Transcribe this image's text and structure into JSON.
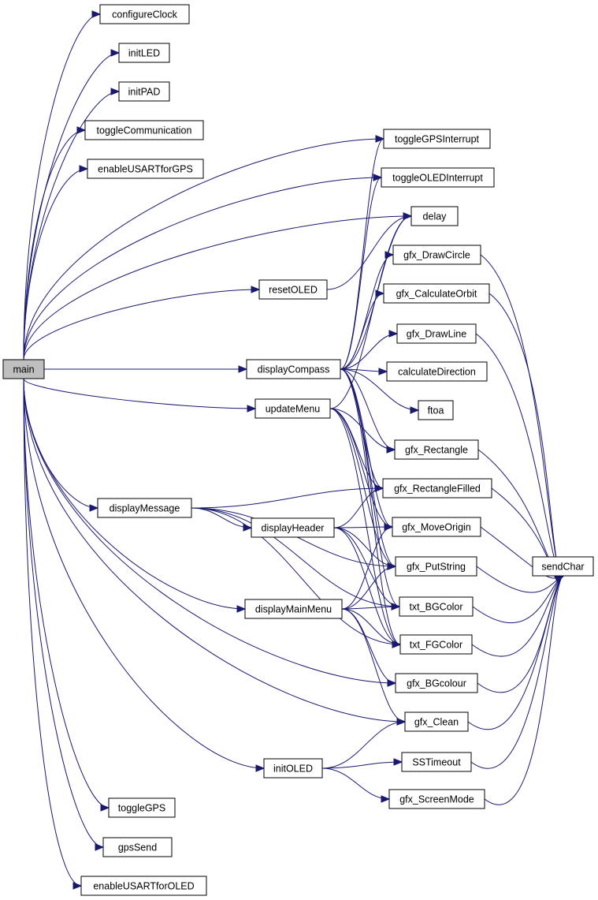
{
  "nodes": [
    {
      "id": "main",
      "label": "main",
      "highlight": true
    },
    {
      "id": "configureClock",
      "label": "configureClock"
    },
    {
      "id": "initLED",
      "label": "initLED"
    },
    {
      "id": "initPAD",
      "label": "initPAD"
    },
    {
      "id": "toggleCommunication",
      "label": "toggleCommunication"
    },
    {
      "id": "enableUSARTforGPS",
      "label": "enableUSARTforGPS"
    },
    {
      "id": "toggleGPSInterrupt",
      "label": "toggleGPSInterrupt"
    },
    {
      "id": "toggleOLEDInterrupt",
      "label": "toggleOLEDInterrupt"
    },
    {
      "id": "delay",
      "label": "delay"
    },
    {
      "id": "gfx_DrawCircle",
      "label": "gfx_DrawCircle"
    },
    {
      "id": "resetOLED",
      "label": "resetOLED"
    },
    {
      "id": "gfx_CalculateOrbit",
      "label": "gfx_CalculateOrbit"
    },
    {
      "id": "gfx_DrawLine",
      "label": "gfx_DrawLine"
    },
    {
      "id": "displayCompass",
      "label": "displayCompass"
    },
    {
      "id": "calculateDirection",
      "label": "calculateDirection"
    },
    {
      "id": "updateMenu",
      "label": "updateMenu"
    },
    {
      "id": "ftoa",
      "label": "ftoa"
    },
    {
      "id": "gfx_Rectangle",
      "label": "gfx_Rectangle"
    },
    {
      "id": "gfx_RectangleFilled",
      "label": "gfx_RectangleFilled"
    },
    {
      "id": "displayMessage",
      "label": "displayMessage"
    },
    {
      "id": "displayHeader",
      "label": "displayHeader"
    },
    {
      "id": "gfx_MoveOrigin",
      "label": "gfx_MoveOrigin"
    },
    {
      "id": "gfx_PutString",
      "label": "gfx_PutString"
    },
    {
      "id": "sendChar",
      "label": "sendChar"
    },
    {
      "id": "displayMainMenu",
      "label": "displayMainMenu"
    },
    {
      "id": "txt_BGColor",
      "label": "txt_BGColor"
    },
    {
      "id": "txt_FGColor",
      "label": "txt_FGColor"
    },
    {
      "id": "gfx_BGcolour",
      "label": "gfx_BGcolour"
    },
    {
      "id": "gfx_Clean",
      "label": "gfx_Clean"
    },
    {
      "id": "initOLED",
      "label": "initOLED"
    },
    {
      "id": "SSTimeout",
      "label": "SSTimeout"
    },
    {
      "id": "toggleGPS",
      "label": "toggleGPS"
    },
    {
      "id": "gfx_ScreenMode",
      "label": "gfx_ScreenMode"
    },
    {
      "id": "gpsSend",
      "label": "gpsSend"
    },
    {
      "id": "enableUSARTforOLED",
      "label": "enableUSARTforOLED"
    }
  ],
  "edges": [
    [
      "main",
      "configureClock"
    ],
    [
      "main",
      "initLED"
    ],
    [
      "main",
      "initPAD"
    ],
    [
      "main",
      "toggleCommunication"
    ],
    [
      "main",
      "enableUSARTforGPS"
    ],
    [
      "main",
      "toggleGPSInterrupt"
    ],
    [
      "main",
      "toggleOLEDInterrupt"
    ],
    [
      "main",
      "resetOLED"
    ],
    [
      "main",
      "delay"
    ],
    [
      "main",
      "displayCompass"
    ],
    [
      "main",
      "updateMenu"
    ],
    [
      "main",
      "displayMessage"
    ],
    [
      "main",
      "displayMainMenu"
    ],
    [
      "main",
      "gfx_BGcolour"
    ],
    [
      "main",
      "gfx_Clean"
    ],
    [
      "main",
      "initOLED"
    ],
    [
      "main",
      "toggleGPS"
    ],
    [
      "main",
      "gpsSend"
    ],
    [
      "main",
      "enableUSARTforOLED"
    ],
    [
      "resetOLED",
      "delay"
    ],
    [
      "displayCompass",
      "toggleGPSInterrupt"
    ],
    [
      "displayCompass",
      "toggleOLEDInterrupt"
    ],
    [
      "displayCompass",
      "delay"
    ],
    [
      "displayCompass",
      "gfx_DrawCircle"
    ],
    [
      "displayCompass",
      "gfx_CalculateOrbit"
    ],
    [
      "displayCompass",
      "gfx_DrawLine"
    ],
    [
      "displayCompass",
      "calculateDirection"
    ],
    [
      "displayCompass",
      "ftoa"
    ],
    [
      "displayCompass",
      "gfx_Rectangle"
    ],
    [
      "displayCompass",
      "gfx_RectangleFilled"
    ],
    [
      "displayCompass",
      "gfx_MoveOrigin"
    ],
    [
      "displayCompass",
      "gfx_PutString"
    ],
    [
      "displayCompass",
      "txt_BGColor"
    ],
    [
      "displayCompass",
      "txt_FGColor"
    ],
    [
      "updateMenu",
      "delay"
    ],
    [
      "updateMenu",
      "gfx_Rectangle"
    ],
    [
      "updateMenu",
      "gfx_RectangleFilled"
    ],
    [
      "updateMenu",
      "gfx_MoveOrigin"
    ],
    [
      "updateMenu",
      "gfx_PutString"
    ],
    [
      "updateMenu",
      "txt_FGColor"
    ],
    [
      "displayMessage",
      "displayHeader"
    ],
    [
      "displayMessage",
      "gfx_RectangleFilled"
    ],
    [
      "displayMessage",
      "gfx_PutString"
    ],
    [
      "displayMessage",
      "txt_BGColor"
    ],
    [
      "displayMessage",
      "txt_FGColor"
    ],
    [
      "displayHeader",
      "gfx_RectangleFilled"
    ],
    [
      "displayHeader",
      "gfx_MoveOrigin"
    ],
    [
      "displayHeader",
      "gfx_PutString"
    ],
    [
      "displayHeader",
      "txt_BGColor"
    ],
    [
      "displayHeader",
      "txt_FGColor"
    ],
    [
      "displayMainMenu",
      "gfx_MoveOrigin"
    ],
    [
      "displayMainMenu",
      "gfx_PutString"
    ],
    [
      "displayMainMenu",
      "txt_BGColor"
    ],
    [
      "displayMainMenu",
      "txt_FGColor"
    ],
    [
      "displayMainMenu",
      "gfx_BGcolour"
    ],
    [
      "displayMainMenu",
      "gfx_Clean"
    ],
    [
      "initOLED",
      "gfx_Clean"
    ],
    [
      "initOLED",
      "SSTimeout"
    ],
    [
      "initOLED",
      "gfx_ScreenMode"
    ],
    [
      "gfx_DrawCircle",
      "sendChar"
    ],
    [
      "gfx_CalculateOrbit",
      "sendChar"
    ],
    [
      "gfx_DrawLine",
      "sendChar"
    ],
    [
      "gfx_Rectangle",
      "sendChar"
    ],
    [
      "gfx_RectangleFilled",
      "sendChar"
    ],
    [
      "gfx_MoveOrigin",
      "sendChar"
    ],
    [
      "gfx_PutString",
      "sendChar"
    ],
    [
      "txt_BGColor",
      "sendChar"
    ],
    [
      "txt_FGColor",
      "sendChar"
    ],
    [
      "gfx_BGcolour",
      "sendChar"
    ],
    [
      "gfx_Clean",
      "sendChar"
    ],
    [
      "SSTimeout",
      "sendChar"
    ],
    [
      "gfx_ScreenMode",
      "sendChar"
    ]
  ],
  "colors": {
    "edge": "#191970",
    "root_fill": "#bfbfbf",
    "node_fill": "#ffffff",
    "node_stroke": "#000000"
  }
}
